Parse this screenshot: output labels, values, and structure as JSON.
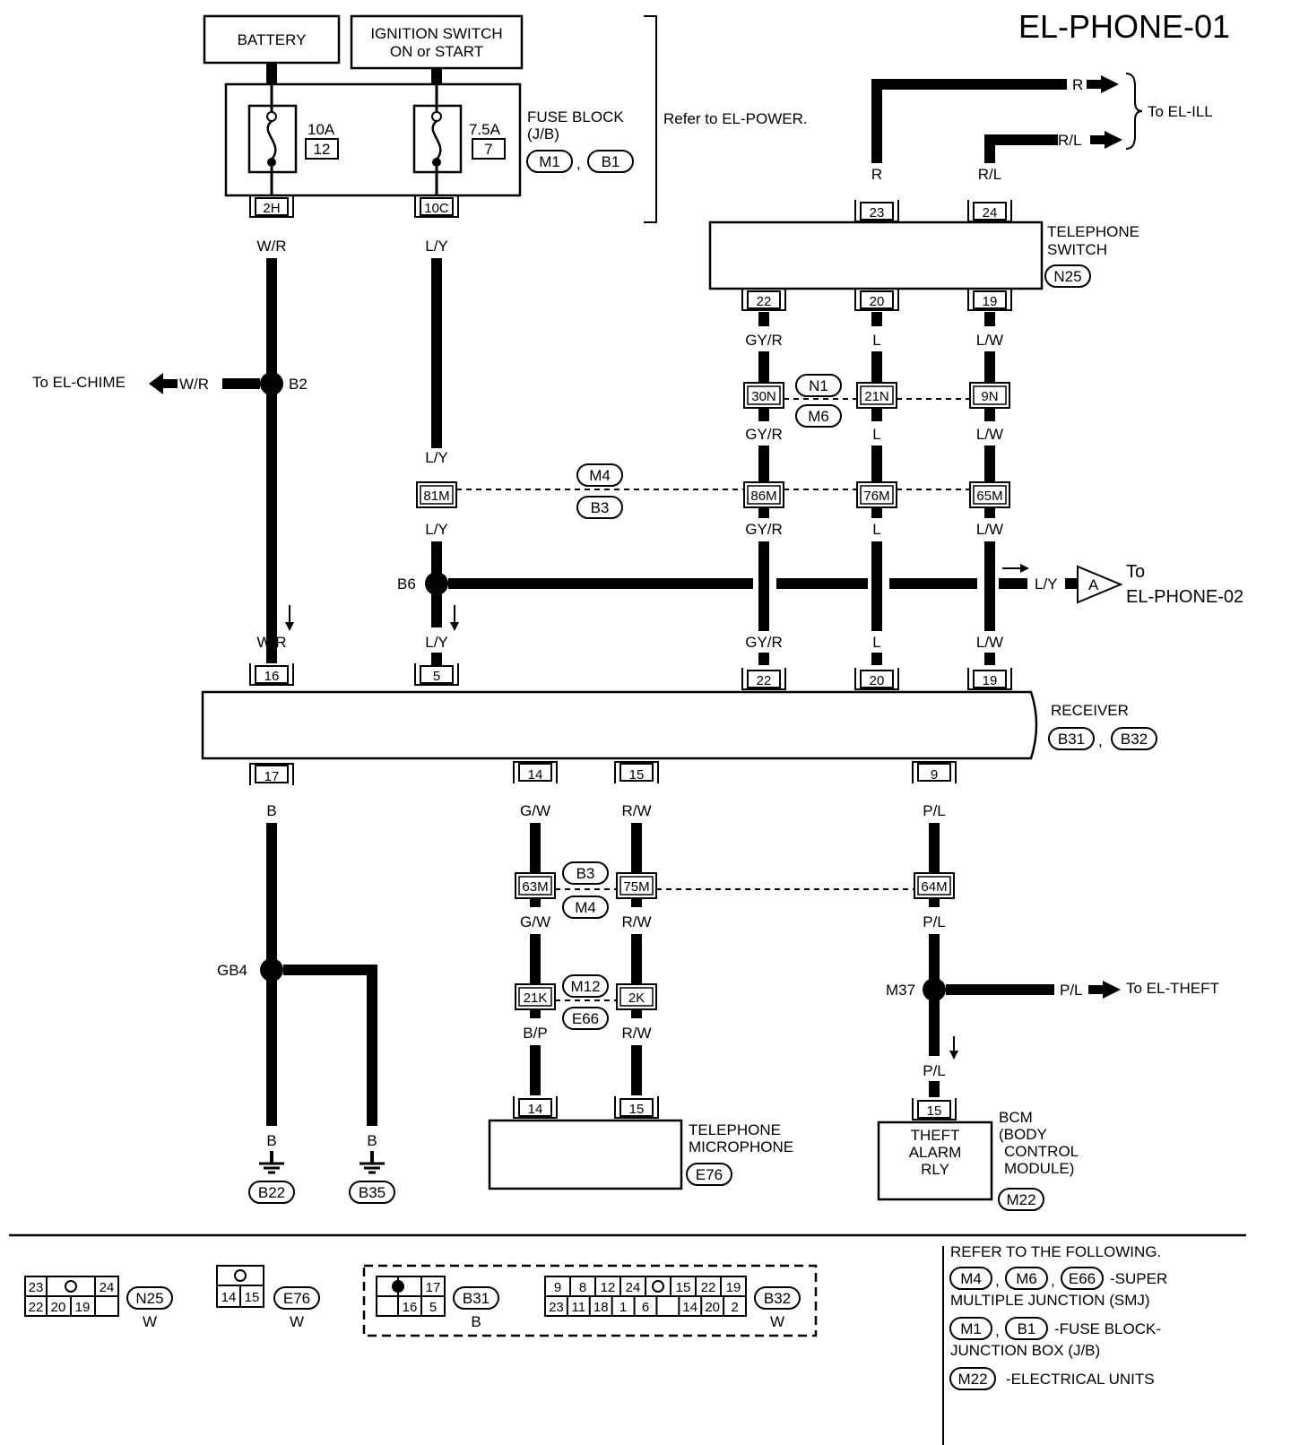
{
  "title": "EL-PHONE-01",
  "power": {
    "battery": "BATTERY",
    "ignition_line1": "IGNITION SWITCH",
    "ignition_line2": "ON or START",
    "fuse1_amp": "10A",
    "fuse1_num": "12",
    "fuse2_amp": "7.5A",
    "fuse2_num": "7",
    "fuse_block": "FUSE BLOCK",
    "fuse_block_sub": "(J/B)",
    "fuse_block_conn1": "M1",
    "fuse_block_conn2": "B1",
    "refer": "Refer to EL-POWER.",
    "pin_2h": "2H",
    "pin_10c": "10C"
  },
  "wires": {
    "wr": "W/R",
    "ly": "L/Y",
    "gyr": "GY/R",
    "l": "L",
    "lw": "L/W",
    "r": "R",
    "rl": "R/L",
    "b": "B",
    "gw": "G/W",
    "rw": "R/W",
    "pl": "P/L",
    "bp": "B/P"
  },
  "telephone_switch": {
    "line1": "TELEPHONE",
    "line2": "SWITCH",
    "conn": "N25",
    "pins": [
      "23",
      "24",
      "22",
      "20",
      "19"
    ]
  },
  "to_el_ill": "To EL-ILL",
  "to_el_chime": "To EL-CHIME",
  "to_el_phone02_1": "To",
  "to_el_phone02_2": "EL-PHONE-02",
  "to_el_theft": "To EL-THEFT",
  "junctions": {
    "b2": "B2",
    "b6": "B6",
    "gb4": "GB4",
    "m37": "M37",
    "a": "A"
  },
  "smj": {
    "n1": "N1",
    "m6": "M6",
    "m4": "M4",
    "b3": "B3",
    "m12": "M12",
    "e66": "E66",
    "p30n": "30N",
    "p21n": "21N",
    "p9n": "9N",
    "p81m": "81M",
    "p86m": "86M",
    "p76m": "76M",
    "p65m": "65M",
    "p63m": "63M",
    "p75m": "75M",
    "p64m": "64M",
    "p21k": "21K",
    "p2k": "2K"
  },
  "receiver": {
    "label": "RECEIVER",
    "conn1": "B31",
    "conn2": "B32",
    "pins_top": [
      "16",
      "5",
      "22",
      "20",
      "19"
    ],
    "pins_bottom": [
      "17",
      "14",
      "15",
      "9"
    ]
  },
  "grounds": [
    "B22",
    "B35"
  ],
  "microphone": {
    "line1": "TELEPHONE",
    "line2": "MICROPHONE",
    "conn": "E76",
    "pins": [
      "14",
      "15"
    ]
  },
  "bcm": {
    "box_line1": "THEFT",
    "box_line2": "ALARM",
    "box_line3": "RLY",
    "label_line1": "BCM",
    "label_line2": "(BODY",
    "label_line3": "CONTROL",
    "label_line4": "MODULE)",
    "conn": "M22",
    "pin": "15"
  },
  "legend": {
    "n25": {
      "conn": "N25",
      "color": "W",
      "cells": [
        "23",
        "24",
        "22",
        "20",
        "19"
      ]
    },
    "e76": {
      "conn": "E76",
      "color": "W",
      "cells": [
        "14",
        "15"
      ]
    },
    "b31": {
      "conn": "B31",
      "color": "B",
      "cells": [
        "17",
        "16",
        "5"
      ]
    },
    "b32": {
      "conn": "B32",
      "color": "W",
      "row1": [
        "9",
        "8",
        "12",
        "24",
        "",
        "15",
        "22",
        "19"
      ],
      "row2": [
        "23",
        "11",
        "18",
        "1",
        "6",
        "",
        "14",
        "20",
        "2"
      ]
    },
    "refer_head": "REFER TO THE FOLLOWING.",
    "smj_conns": [
      "M4",
      "M6",
      "E66"
    ],
    "smj_text1": "-SUPER",
    "smj_text2": "MULTIPLE JUNCTION (SMJ)",
    "fb_conns": [
      "M1",
      "B1"
    ],
    "fb_text1": "-FUSE BLOCK-",
    "fb_text2": "JUNCTION BOX (J/B)",
    "eu_conn": "M22",
    "eu_text": "-ELECTRICAL UNITS"
  }
}
